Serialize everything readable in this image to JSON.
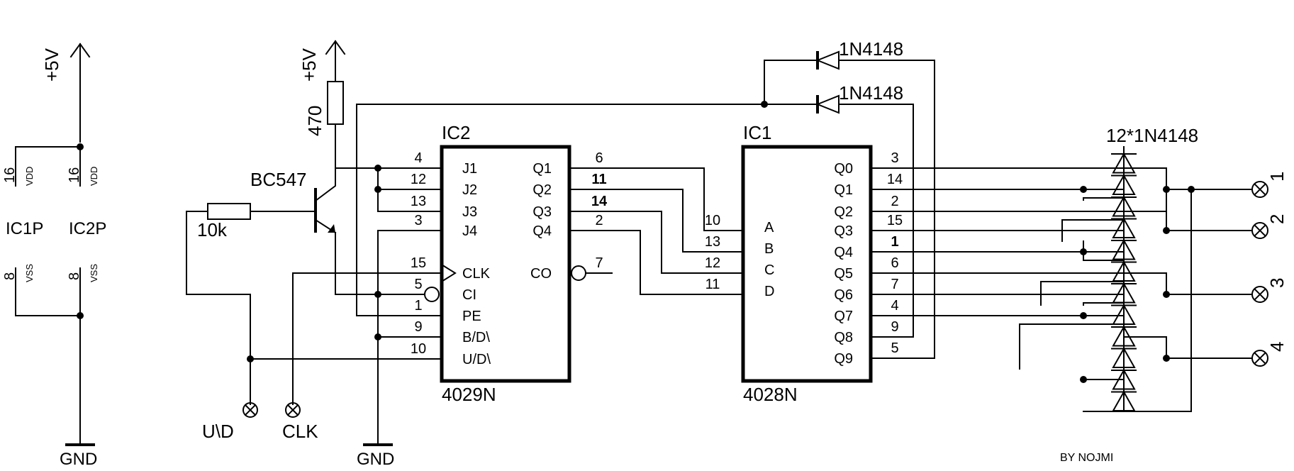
{
  "power": {
    "supply": "+5V",
    "ground": "GND",
    "ic1_power": "IC1P",
    "ic2_power": "IC2P",
    "vdd": "VDD",
    "vss": "VSS",
    "vdd_pin": "16",
    "vss_pin": "8"
  },
  "components": {
    "resistor_collector": "470",
    "resistor_base": "10k",
    "transistor": "BC547",
    "diode_1": "1N4148",
    "diode_2": "1N4148",
    "diode_array": "12*1N4148"
  },
  "ic2": {
    "ref": "IC2",
    "part": "4029N",
    "left_pins": [
      {
        "num": "4",
        "name": "J1"
      },
      {
        "num": "12",
        "name": "J2"
      },
      {
        "num": "13",
        "name": "J3"
      },
      {
        "num": "3",
        "name": "J4"
      },
      {
        "num": "15",
        "name": "CLK"
      },
      {
        "num": "5",
        "name": "CI"
      },
      {
        "num": "1",
        "name": "PE"
      },
      {
        "num": "9",
        "name": "B/D\\"
      },
      {
        "num": "10",
        "name": "U/D\\"
      }
    ],
    "right_pins": [
      {
        "num": "6",
        "name": "Q1"
      },
      {
        "num": "11",
        "name": "Q2"
      },
      {
        "num": "14",
        "name": "Q3"
      },
      {
        "num": "2",
        "name": "Q4"
      },
      {
        "num": "7",
        "name": "CO"
      }
    ]
  },
  "ic1": {
    "ref": "IC1",
    "part": "4028N",
    "left_pins": [
      {
        "num": "10",
        "name": "A"
      },
      {
        "num": "13",
        "name": "B"
      },
      {
        "num": "12",
        "name": "C"
      },
      {
        "num": "11",
        "name": "D"
      }
    ],
    "right_pins": [
      {
        "num": "3",
        "name": "Q0"
      },
      {
        "num": "14",
        "name": "Q1"
      },
      {
        "num": "2",
        "name": "Q2"
      },
      {
        "num": "15",
        "name": "Q3"
      },
      {
        "num": "1",
        "name": "Q4"
      },
      {
        "num": "6",
        "name": "Q5"
      },
      {
        "num": "7",
        "name": "Q6"
      },
      {
        "num": "4",
        "name": "Q7"
      },
      {
        "num": "9",
        "name": "Q8"
      },
      {
        "num": "5",
        "name": "Q9"
      }
    ]
  },
  "terminals": {
    "ud": "U\\D",
    "clk": "CLK",
    "out1": "1",
    "out2": "2",
    "out3": "3",
    "out4": "4"
  },
  "credit": "BY NOJMI"
}
